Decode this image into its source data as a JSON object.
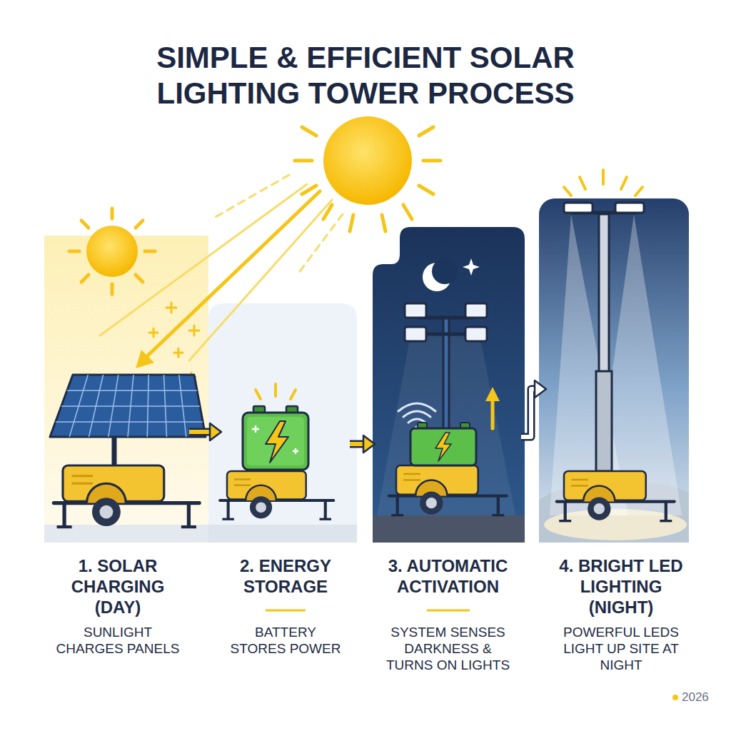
{
  "diagram": {
    "title": "SIMPLE & EFFICIENT SOLAR LIGHTING TOWER PROCESS",
    "nodes": [
      {
        "text": [
          "1. SOLAR CHARGING (DAY)",
          "SUNLIGHT CHARGES PANELS"
        ]
      },
      {
        "text": [
          "2. ENERGY STORAGE",
          "BATTERY STORES POWER"
        ]
      },
      {
        "text": [
          "3. AUTOMATIC ACTIVATION",
          "SYSTEM SENSES DARKNESS & TURNS ON LIGHTS"
        ]
      },
      {
        "text": [
          "4. BRIGHT LED LIGHTING (NIGHT)",
          "POWERFUL LEDS LIGHT UP SITE AT NIGHT"
        ]
      }
    ],
    "edges": [
      {
        "from": 0,
        "to": 1,
        "arrow": "to"
      },
      {
        "from": 1,
        "to": 2,
        "arrow": "to"
      },
      {
        "from": 2,
        "to": 3,
        "arrow": "to"
      }
    ],
    "labels": [
      "2026"
    ]
  }
}
